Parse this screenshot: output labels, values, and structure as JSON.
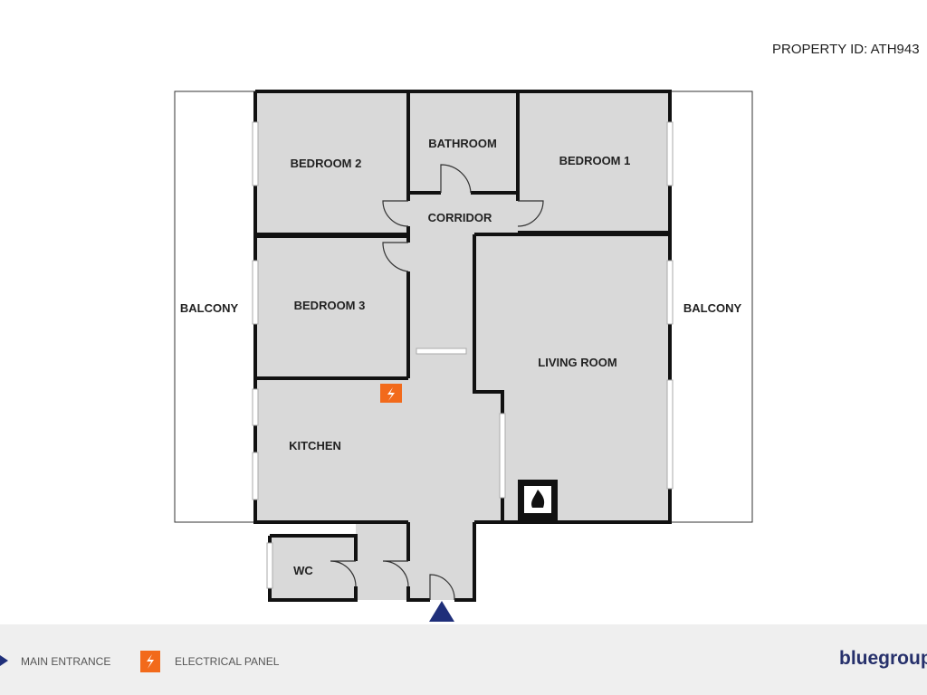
{
  "header": {
    "property_id": "PROPERTY ID: ATH943"
  },
  "rooms": {
    "bedroom2": "BEDROOM 2",
    "bathroom": "BATHROOM",
    "bedroom1": "BEDROOM 1",
    "corridor": "CORRIDOR",
    "bedroom3": "BEDROOM 3",
    "living": "LIVING ROOM",
    "kitchen": "KITCHEN",
    "wc": "WC",
    "balcony_left": "BALCONY",
    "balcony_right": "BALCONY"
  },
  "legend": {
    "main_entrance": "MAIN ENTRANCE",
    "electrical_panel": "ELECTRICAL PANEL"
  },
  "brand": {
    "logo": "bluegroup"
  },
  "colors": {
    "entrance": "#1f2f7a",
    "electrical": "#f26a1b",
    "room_fill": "#d9d9d9",
    "wall": "#111111"
  }
}
